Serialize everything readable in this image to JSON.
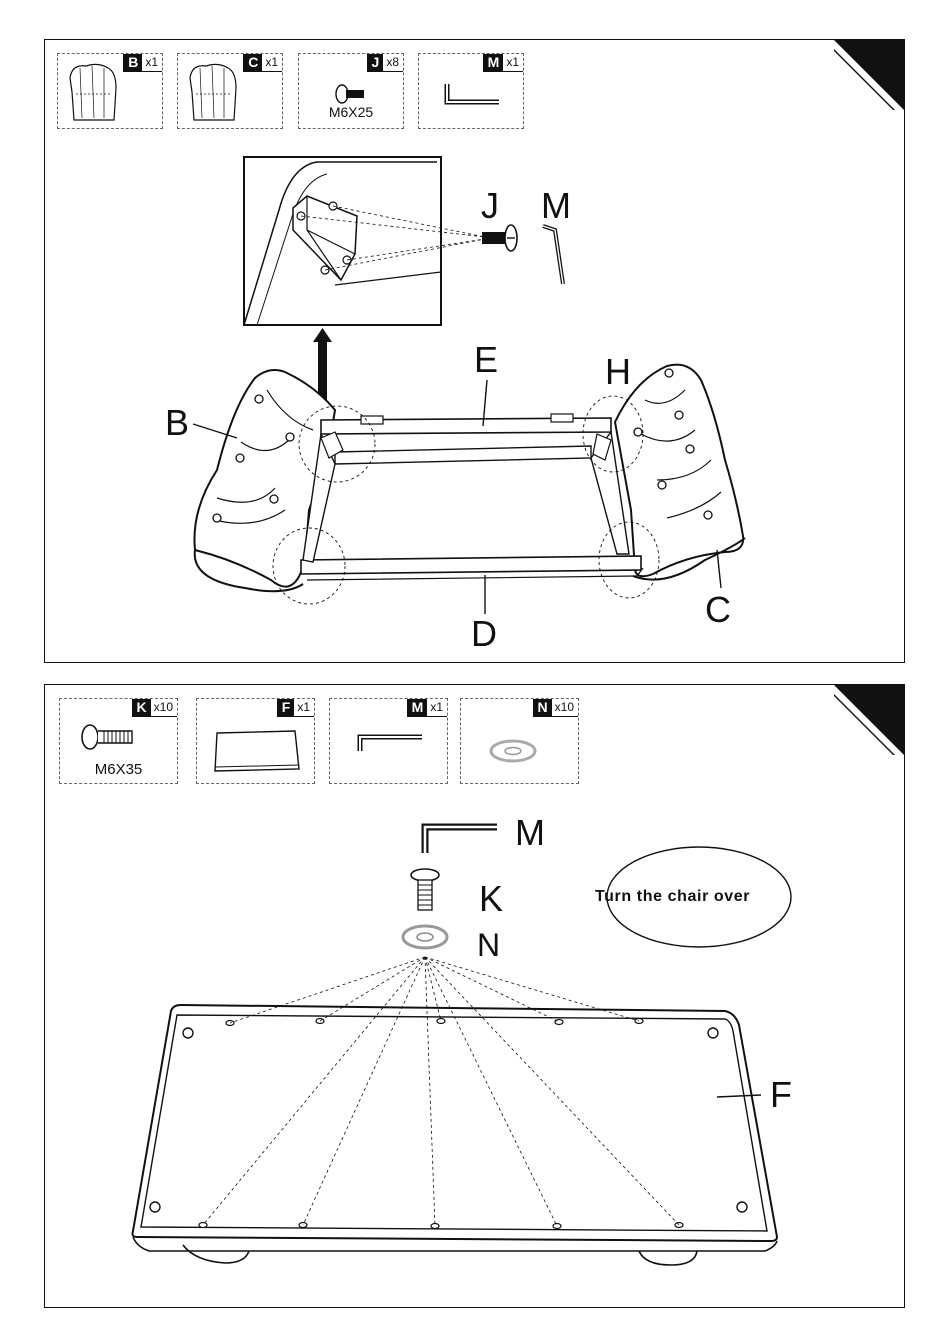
{
  "step1": {
    "parts": [
      {
        "letter": "B",
        "qty": "x1",
        "caption": ""
      },
      {
        "letter": "C",
        "qty": "x1",
        "caption": ""
      },
      {
        "letter": "J",
        "qty": "x8",
        "caption": "M6X25"
      },
      {
        "letter": "M",
        "qty": "x1",
        "caption": ""
      }
    ],
    "labels": {
      "J": "J",
      "M": "M",
      "E": "E",
      "H": "H",
      "B": "B",
      "C": "C",
      "D": "D"
    }
  },
  "step2": {
    "parts": [
      {
        "letter": "K",
        "qty": "x10",
        "caption": "M6X35"
      },
      {
        "letter": "F",
        "qty": "x1",
        "caption": ""
      },
      {
        "letter": "M",
        "qty": "x1",
        "caption": ""
      },
      {
        "letter": "N",
        "qty": "x10",
        "caption": ""
      }
    ],
    "labels": {
      "M": "M",
      "K": "K",
      "N": "N",
      "F": "F"
    },
    "note": "Turn the chair over"
  },
  "icons": [
    "armrest-b-icon",
    "armrest-c-icon",
    "bolt-icon",
    "allen-key-icon",
    "seat-board-icon",
    "washer-icon"
  ]
}
